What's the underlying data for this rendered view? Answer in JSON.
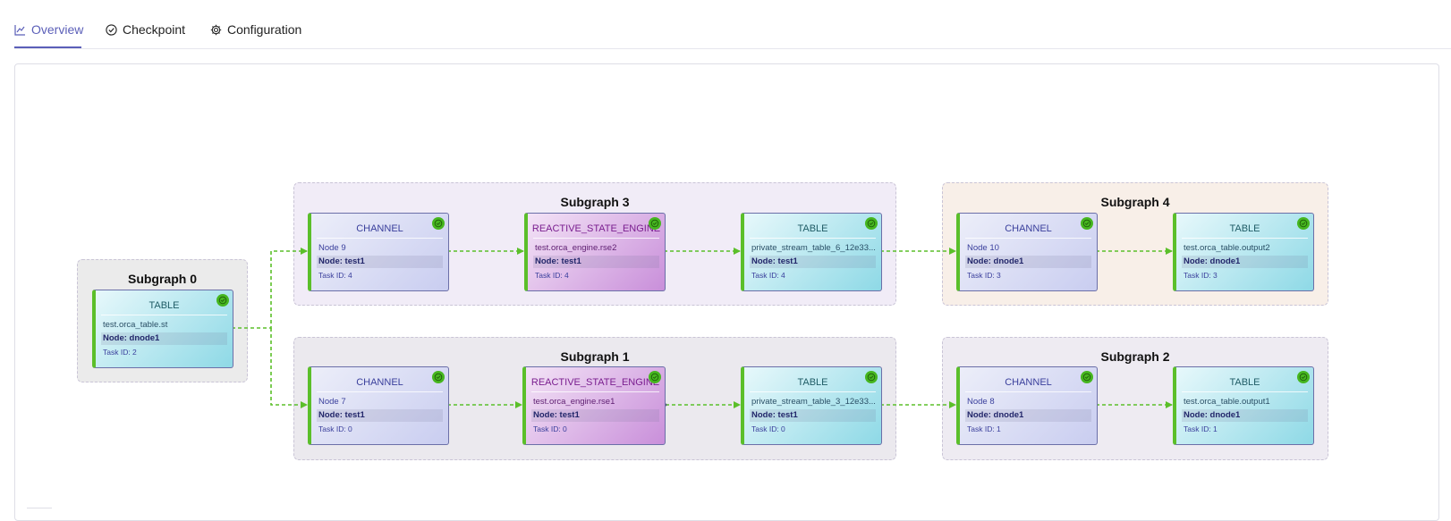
{
  "tabs": [
    {
      "label": "Overview",
      "icon": "line-chart-icon",
      "active": true
    },
    {
      "label": "Checkpoint",
      "icon": "check-circle-icon",
      "active": false
    },
    {
      "label": "Configuration",
      "icon": "gear-icon",
      "active": false
    }
  ],
  "colors": {
    "accent": "#5b5fb8",
    "edge": "#5bbf2a",
    "status_ok": "#46b61f",
    "channel_fill": "#c9cdf0",
    "engine_fill": "#c98fda",
    "table_fill": "#8ed9e6"
  },
  "subgraphs": [
    {
      "title": "Subgraph 0",
      "nodes": [
        {
          "type": "TABLE",
          "name": "test.orca_table.st",
          "host": "Node: dnode1",
          "task": "Task ID: 2",
          "status": "ok"
        }
      ]
    },
    {
      "title": "Subgraph 3",
      "nodes": [
        {
          "type": "CHANNEL",
          "name": "Node 9",
          "host": "Node: test1",
          "task": "Task ID: 4",
          "status": "ok"
        },
        {
          "type": "REACTIVE_STATE_ENGINE",
          "name": "test.orca_engine.rse2",
          "host": "Node: test1",
          "task": "Task ID: 4",
          "status": "ok"
        },
        {
          "type": "TABLE",
          "name": "private_stream_table_6_12e33...",
          "host": "Node: test1",
          "task": "Task ID: 4",
          "status": "ok"
        }
      ]
    },
    {
      "title": "Subgraph 4",
      "nodes": [
        {
          "type": "CHANNEL",
          "name": "Node 10",
          "host": "Node: dnode1",
          "task": "Task ID: 3",
          "status": "ok"
        },
        {
          "type": "TABLE",
          "name": "test.orca_table.output2",
          "host": "Node: dnode1",
          "task": "Task ID: 3",
          "status": "ok"
        }
      ]
    },
    {
      "title": "Subgraph 1",
      "nodes": [
        {
          "type": "CHANNEL",
          "name": "Node 7",
          "host": "Node: test1",
          "task": "Task ID: 0",
          "status": "ok"
        },
        {
          "type": "REACTIVE_STATE_ENGINE",
          "name": "test.orca_engine.rse1",
          "host": "Node: test1",
          "task": "Task ID: 0",
          "status": "ok"
        },
        {
          "type": "TABLE",
          "name": "private_stream_table_3_12e33...",
          "host": "Node: test1",
          "task": "Task ID: 0",
          "status": "ok"
        }
      ]
    },
    {
      "title": "Subgraph 2",
      "nodes": [
        {
          "type": "CHANNEL",
          "name": "Node 8",
          "host": "Node: dnode1",
          "task": "Task ID: 1",
          "status": "ok"
        },
        {
          "type": "TABLE",
          "name": "test.orca_table.output1",
          "host": "Node: dnode1",
          "task": "Task ID: 1",
          "status": "ok"
        }
      ]
    }
  ]
}
